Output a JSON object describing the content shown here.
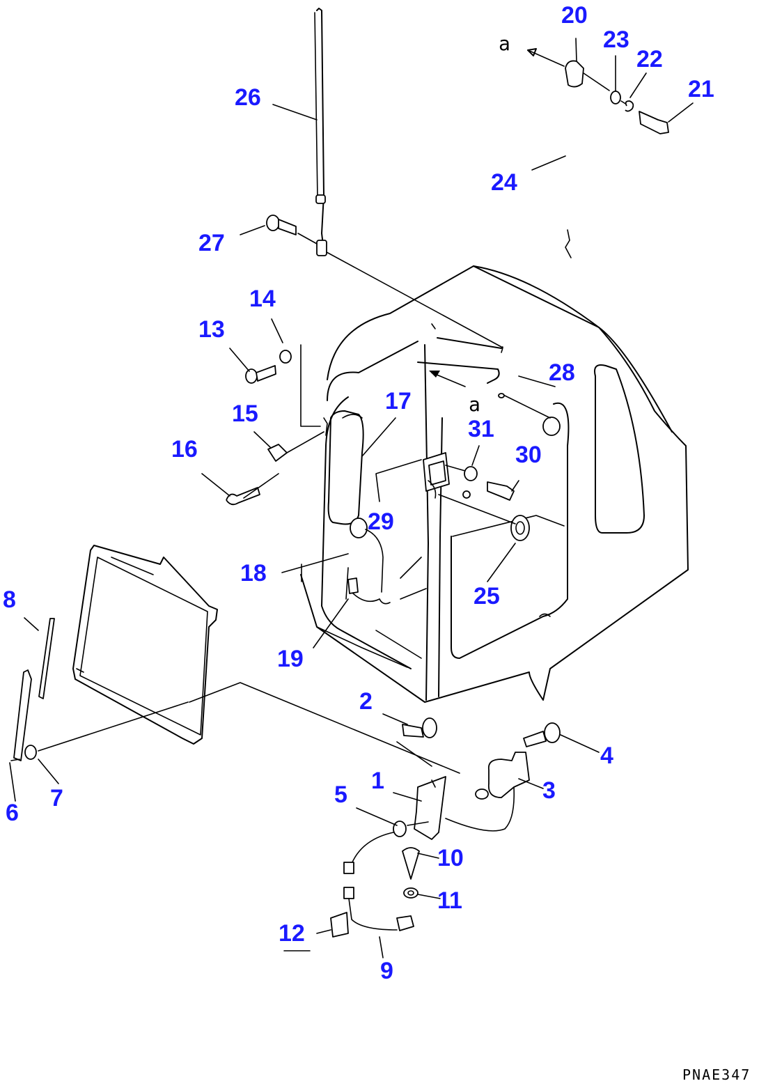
{
  "callouts": [
    {
      "id": "20",
      "label": "20"
    },
    {
      "id": "23",
      "label": "23"
    },
    {
      "id": "22",
      "label": "22"
    },
    {
      "id": "21",
      "label": "21"
    },
    {
      "id": "26",
      "label": "26"
    },
    {
      "id": "24",
      "label": "24"
    },
    {
      "id": "27",
      "label": "27"
    },
    {
      "id": "14",
      "label": "14"
    },
    {
      "id": "13",
      "label": "13"
    },
    {
      "id": "17",
      "label": "17"
    },
    {
      "id": "28",
      "label": "28"
    },
    {
      "id": "15",
      "label": "15"
    },
    {
      "id": "31",
      "label": "31"
    },
    {
      "id": "30",
      "label": "30"
    },
    {
      "id": "16",
      "label": "16"
    },
    {
      "id": "29",
      "label": "29"
    },
    {
      "id": "18",
      "label": "18"
    },
    {
      "id": "25",
      "label": "25"
    },
    {
      "id": "8",
      "label": "8"
    },
    {
      "id": "19",
      "label": "19"
    },
    {
      "id": "2",
      "label": "2"
    },
    {
      "id": "4",
      "label": "4"
    },
    {
      "id": "1",
      "label": "1"
    },
    {
      "id": "3",
      "label": "3"
    },
    {
      "id": "5",
      "label": "5"
    },
    {
      "id": "7",
      "label": "7"
    },
    {
      "id": "6",
      "label": "6"
    },
    {
      "id": "10",
      "label": "10"
    },
    {
      "id": "11",
      "label": "11"
    },
    {
      "id": "12",
      "label": "12"
    },
    {
      "id": "9",
      "label": "9"
    }
  ],
  "view_markers": {
    "top": "a",
    "cab": "a"
  },
  "drawing_code": "PNAE347"
}
